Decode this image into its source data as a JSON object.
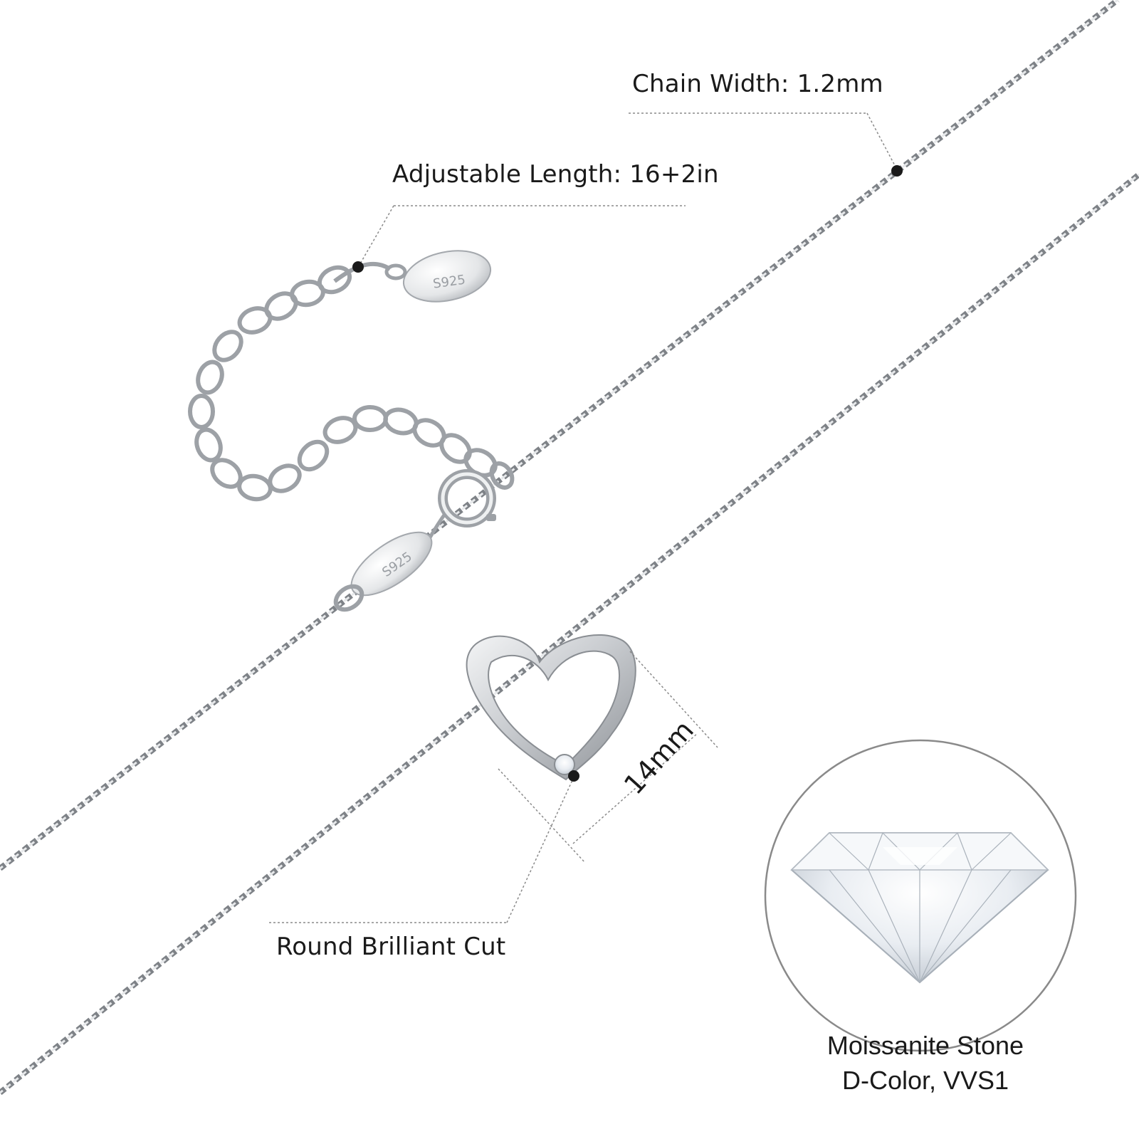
{
  "annotations": {
    "chain_width": "Chain Width: 1.2mm",
    "adjustable_length": "Adjustable Length: 16+2in",
    "stone_cut": "Round Brilliant Cut",
    "pendant_size": "14mm"
  },
  "stamp_text": "S925",
  "stone_caption": {
    "line1": "Moissanite Stone",
    "line2": "D-Color, VVS1"
  },
  "colors": {
    "background": "#ffffff",
    "silver": "#b9bcc0",
    "silver_dark": "#7d8186",
    "callout_dot": "#1a1a1a",
    "callout_line": "#8a8a8a"
  }
}
